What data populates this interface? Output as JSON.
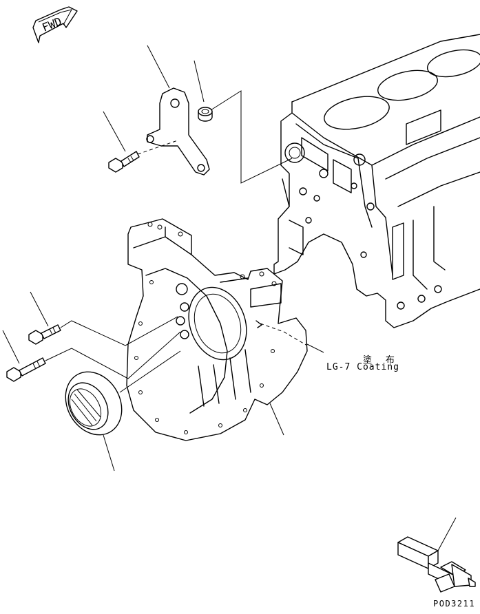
{
  "direction_marker": {
    "text": "FWD",
    "icon": "arrow-icon"
  },
  "callout": {
    "japanese": "塗 布",
    "english": "LG-7 Coating"
  },
  "drawing_code": "POD3211",
  "line_color": "#000000",
  "background_color": "#ffffff"
}
